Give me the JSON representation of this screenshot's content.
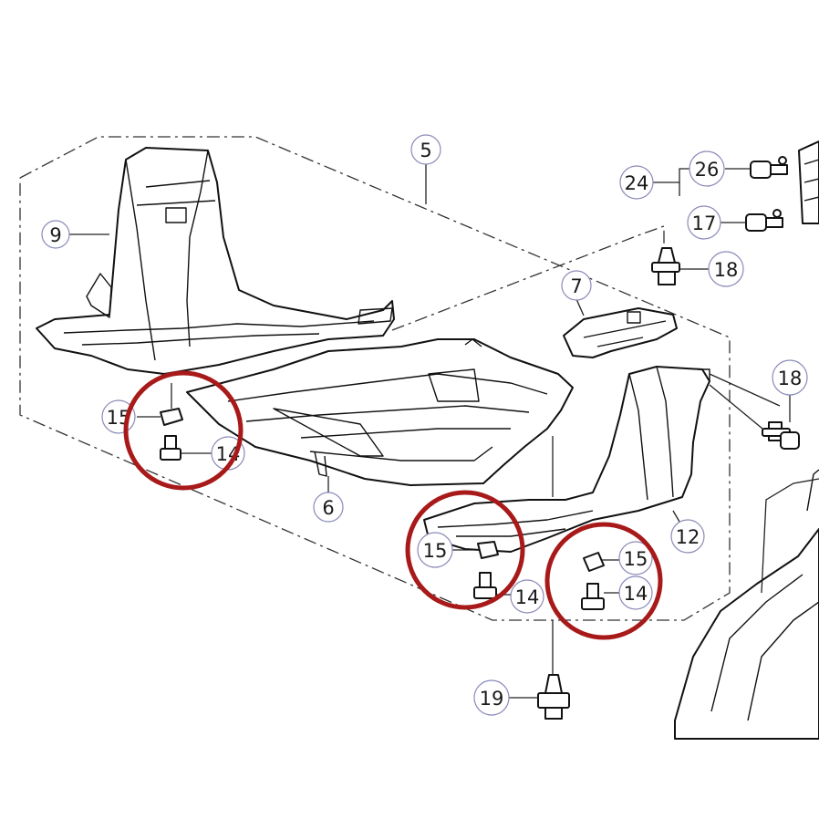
{
  "callouts": {
    "c5": "5",
    "c9": "9",
    "c24": "24",
    "c26": "26",
    "c17": "17",
    "c18a": "18",
    "c7": "7",
    "c18b": "18",
    "c15a": "15",
    "c14a": "14",
    "c6": "6",
    "c12": "12",
    "c15b": "15",
    "c14b": "14",
    "c15c": "15",
    "c14c": "14",
    "c19": "19"
  },
  "colors": {
    "highlight_circle": "#a81a1a",
    "callout_border": "#8a8ab8",
    "line_art": "#111111"
  },
  "highlights": [
    "left-fastener-group",
    "center-fastener-group",
    "right-fastener-group"
  ]
}
